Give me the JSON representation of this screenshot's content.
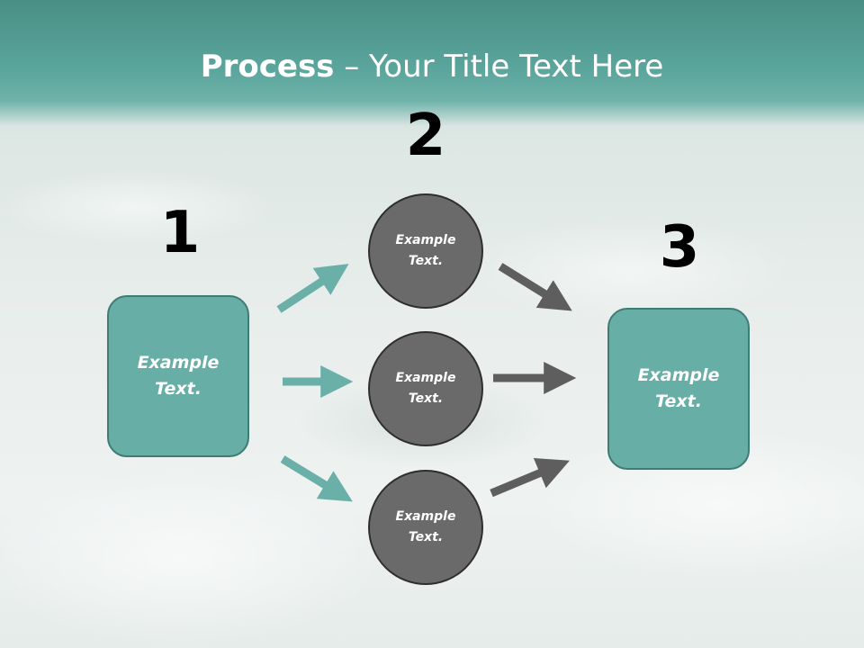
{
  "title": {
    "bold": "Process",
    "rest": " – Your Title Text Here"
  },
  "step_numbers": {
    "one": "1",
    "two": "2",
    "three": "3"
  },
  "left_box": {
    "text": "Example\nText."
  },
  "right_box": {
    "text": "Example\nText."
  },
  "circles": [
    {
      "text": "Example\nText."
    },
    {
      "text": "Example\nText."
    },
    {
      "text": "Example\nText."
    }
  ],
  "colors": {
    "teal_box": "#66aea6",
    "teal_arrow": "#6ab0a8",
    "gray_circle": "#6a6a6a",
    "gray_arrow": "#5e5e5e"
  }
}
